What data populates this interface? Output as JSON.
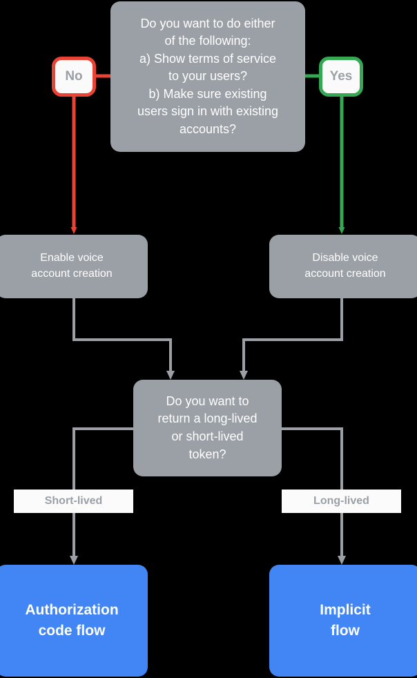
{
  "diagram": {
    "title": "Account linking flow decision chart",
    "background_color": "#000000",
    "colors": {
      "gray_node": "#9aa0a6",
      "blue_node": "#4285f4",
      "no_accent": "#ea4335",
      "yes_accent": "#34a853",
      "connector": "#9aa0a6",
      "label_background": "#fbfbfb",
      "node_text": "#ffffff",
      "badge_text": "#9aa0a6"
    },
    "nodes": {
      "decision_1": {
        "text": "Do you want to do either\nof the following:\na) Show terms of service\nto your users?\nb) Make sure existing\nusers sign in with existing\naccounts?",
        "type": "decision",
        "shape": "rounded-rect",
        "fill": "#9aa0a6"
      },
      "badge_no": {
        "text": "No",
        "type": "branch-label",
        "border_color": "#ea4335"
      },
      "badge_yes": {
        "text": "Yes",
        "type": "branch-label",
        "border_color": "#34a853"
      },
      "box_enable": {
        "text": "Enable voice\naccount creation",
        "type": "process",
        "fill": "#9aa0a6"
      },
      "box_disable": {
        "text": "Disable voice\naccount creation",
        "type": "process",
        "fill": "#9aa0a6"
      },
      "decision_2": {
        "text": "Do you want to\nreturn a long-lived\nor short-lived\ntoken?",
        "type": "decision",
        "fill": "#9aa0a6"
      },
      "label_short": {
        "text": "Short-lived",
        "type": "edge-label"
      },
      "label_long": {
        "text": "Long-lived",
        "type": "edge-label"
      },
      "box_auth": {
        "text": "Authorization\ncode flow",
        "type": "terminal",
        "fill": "#4285f4"
      },
      "box_implicit": {
        "text": "Implicit\nflow",
        "type": "terminal",
        "fill": "#4285f4"
      }
    },
    "edges": [
      {
        "from": "decision_1",
        "to": "box_enable",
        "label": "No",
        "color": "#ea4335"
      },
      {
        "from": "decision_1",
        "to": "box_disable",
        "label": "Yes",
        "color": "#34a853"
      },
      {
        "from": "box_enable",
        "to": "decision_2",
        "label": "",
        "color": "#9aa0a6"
      },
      {
        "from": "box_disable",
        "to": "decision_2",
        "label": "",
        "color": "#9aa0a6"
      },
      {
        "from": "decision_2",
        "to": "box_auth",
        "label": "Short-lived",
        "color": "#9aa0a6"
      },
      {
        "from": "decision_2",
        "to": "box_implicit",
        "label": "Long-lived",
        "color": "#9aa0a6"
      }
    ]
  }
}
